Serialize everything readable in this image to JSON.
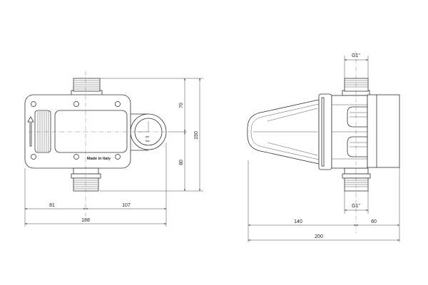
{
  "front_view": {
    "label_made_in": "Made in Italy",
    "gauge_units": [
      "psi",
      "bar"
    ],
    "dimensions": {
      "upper_height": "70",
      "lower_height": "80",
      "total_height": "150",
      "left_width": "81",
      "right_width": "107",
      "total_width": "188"
    }
  },
  "side_view": {
    "dimensions": {
      "thread_top": "G1\"",
      "thread_bottom": "G1\"",
      "left_depth": "140",
      "right_depth": "60",
      "total_depth": "200"
    }
  }
}
